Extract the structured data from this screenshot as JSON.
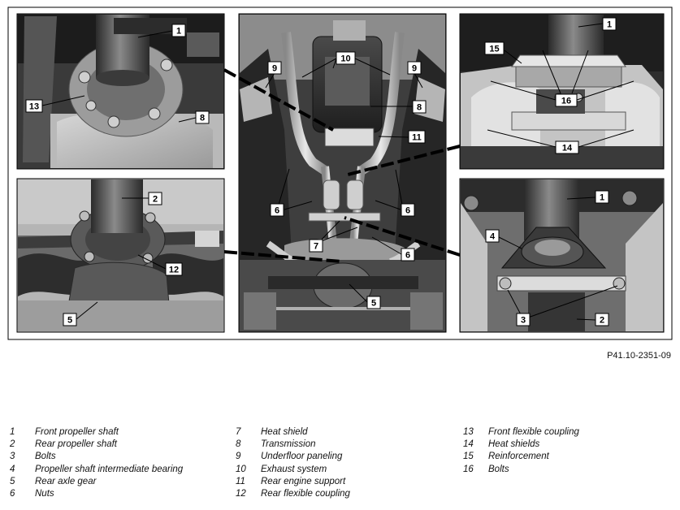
{
  "figure_reference": "P41.10-2351-09",
  "callouts": {
    "tl": [
      "1",
      "13",
      "8"
    ],
    "ml": [
      "2",
      "12",
      "5"
    ],
    "c": [
      "10",
      "9",
      "9",
      "8",
      "11",
      "6",
      "6",
      "7",
      "6",
      "5"
    ],
    "tr": [
      "1",
      "15",
      "16",
      "14"
    ],
    "br": [
      "1",
      "4",
      "3",
      "2"
    ]
  },
  "legend": [
    [
      {
        "num": "1",
        "label": "Front propeller shaft"
      },
      {
        "num": "2",
        "label": "Rear propeller shaft"
      },
      {
        "num": "3",
        "label": "Bolts"
      },
      {
        "num": "4",
        "label": "Propeller shaft intermediate bearing"
      },
      {
        "num": "5",
        "label": "Rear axle gear"
      },
      {
        "num": "6",
        "label": "Nuts"
      }
    ],
    [
      {
        "num": "7",
        "label": "Heat shield"
      },
      {
        "num": "8",
        "label": "Transmission"
      },
      {
        "num": "9",
        "label": "Underfloor paneling"
      },
      {
        "num": "10",
        "label": "Exhaust system"
      },
      {
        "num": "11",
        "label": "Rear engine support"
      },
      {
        "num": "12",
        "label": "Rear flexible coupling"
      }
    ],
    [
      {
        "num": "13",
        "label": "Front flexible coupling"
      },
      {
        "num": "14",
        "label": "Heat shields"
      },
      {
        "num": "15",
        "label": "Reinforcement"
      },
      {
        "num": "16",
        "label": "Bolts"
      }
    ]
  ]
}
